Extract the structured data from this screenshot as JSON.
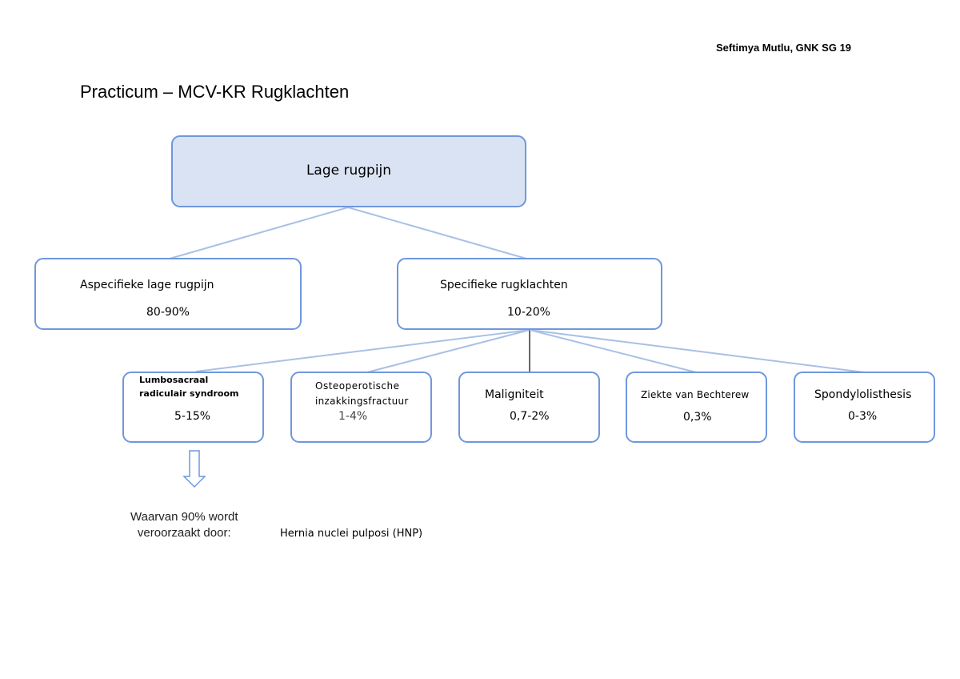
{
  "header": {
    "author": "Seftimya Mutlu, GNK SG 19",
    "title": "Practicum – MCV-KR Rugklachten"
  },
  "diagram": {
    "root": {
      "label": "Lage rugpijn"
    },
    "level1": [
      {
        "label": "Aspecifieke lage rugpijn",
        "percentage": "80-90%"
      },
      {
        "label": "Specifieke rugklachten",
        "percentage": "10-20%"
      }
    ],
    "level2": [
      {
        "label_line1": "Lumbosacraal",
        "label_line2": "radiculair syndroom",
        "percentage": "5-15%"
      },
      {
        "label_line1": "Osteoperotische",
        "label_line2": "inzakkingsfractuur",
        "percentage": "1-4%"
      },
      {
        "label": "Maligniteit",
        "percentage": "0,7-2%"
      },
      {
        "label": "Ziekte van Bechterew",
        "percentage": "0,3%"
      },
      {
        "label": "Spondylolisthesis",
        "percentage": "0-3%"
      }
    ],
    "annotation": {
      "line1": "Waarvan 90% wordt",
      "line2": "veroorzaakt door:",
      "cause": "Hernia nuclei pulposi (HNP)"
    }
  },
  "colors": {
    "box_border": "#6f97dd",
    "root_fill": "#dae3f3",
    "connector": "#a9c0e6",
    "arrow": "#6f97dd"
  }
}
